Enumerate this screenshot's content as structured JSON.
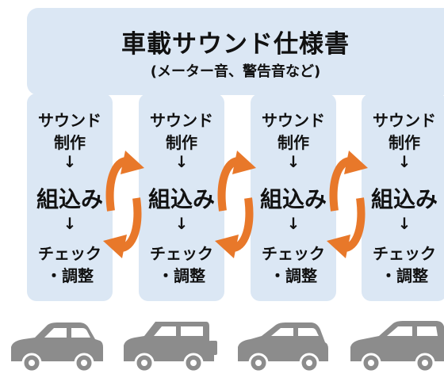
{
  "header": {
    "title": "車載サウンド仕様書",
    "subtitle": "(メーター音、警告音など)"
  },
  "process_columns": [
    {
      "line1": "サウンド",
      "line2": "制作",
      "arrow1": "↓",
      "line3": "組込み",
      "arrow2": "↓",
      "line4": "チェック",
      "line5": "・調整"
    },
    {
      "line1": "サウンド",
      "line2": "制作",
      "arrow1": "↓",
      "line3": "組込み",
      "arrow2": "↓",
      "line4": "チェック",
      "line5": "・調整"
    },
    {
      "line1": "サウンド",
      "line2": "制作",
      "arrow1": "↓",
      "line3": "組込み",
      "arrow2": "↓",
      "line4": "チェック",
      "line5": "・調整"
    },
    {
      "line1": "サウンド",
      "line2": "制作",
      "arrow1": "↓",
      "line3": "組込み",
      "arrow2": "↓",
      "line4": "チェック",
      "line5": "・調整"
    }
  ],
  "icons": [
    "cycle-arrows-icon",
    "sedan-icon",
    "suv-icon",
    "hatchback-icon",
    "coupe-icon"
  ],
  "colors": {
    "panel_bg": "#dbe7f4",
    "arrow_orange": "#e8782a",
    "car_gray": "#8c8c8c",
    "text": "#111111"
  }
}
